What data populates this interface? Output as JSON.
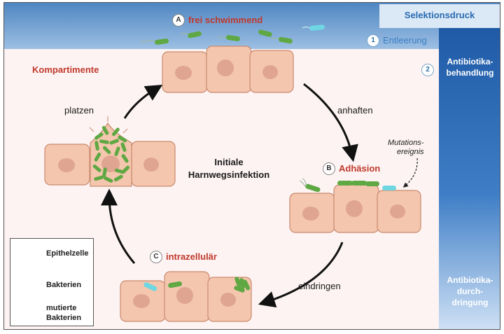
{
  "stage_a": {
    "marker": "A",
    "label": "frei schwimmend"
  },
  "stage_b": {
    "marker": "B",
    "label": "Adhäsion"
  },
  "stage_c": {
    "marker": "C",
    "label": "intrazellulär"
  },
  "compartments_label": "Kompartimente",
  "center_label_1": "Initiale",
  "center_label_2": "Harnwegsinfektion",
  "transitions": {
    "attach": "anhaften",
    "invade": "eindringen",
    "burst": "platzen"
  },
  "mutation_label_1": "Mutations-",
  "mutation_label_2": "ereignis",
  "selection": {
    "title": "Selektionsdruck",
    "step1_num": "1",
    "step1": "Entleerung",
    "step2_num": "2",
    "step2_line1": "Antibiotika-",
    "step2_line2": "behandlung",
    "step3_line1": "Antibiotika-",
    "step3_line2": "durch-",
    "step3_line3": "dringung"
  },
  "legend": {
    "epithelial": "Epithelzelle",
    "bacteria": "Bakterien",
    "mutated_1": "mutierte",
    "mutated_2": "Bakterien"
  },
  "colors": {
    "cell_fill": "#f4c6ae",
    "cell_stroke": "#c98a6e",
    "nucleus": "#dfa590",
    "bacteria": "#5fa843",
    "mutated": "#6fd7e2",
    "stage_label": "#c0392b",
    "pressure_blue": "#2a6cb3"
  }
}
